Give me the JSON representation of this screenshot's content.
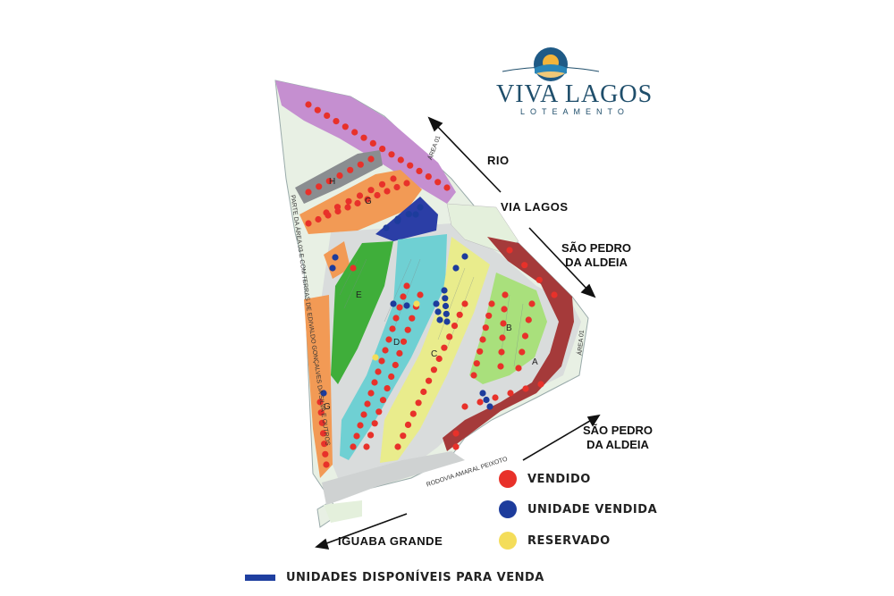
{
  "logo": {
    "title": "VIVA LAGOS",
    "subtitle": "LOTEAMENTO"
  },
  "directions": {
    "rio": "RIO",
    "via_lagos": "VIA LAGOS",
    "sao_pedro_top_1": "SÃO PEDRO",
    "sao_pedro_top_2": "DA ALDEIA",
    "sao_pedro_bottom_1": "SÃO PEDRO",
    "sao_pedro_bottom_2": "DA ALDEIA",
    "iguaba": "IGUABA GRANDE"
  },
  "map_labels": {
    "area01_top": "ÁREA 01",
    "area01_right": "ÁREA 01",
    "left_boundary": "PARTE DA ÁREA 03 E COM TERRAS DE EDIVALDO GONÇALVES DA SILVA E OUTROS",
    "road": "RODOVIA AMARAL PEIXOTO"
  },
  "blocks": {
    "a": "A",
    "b": "B",
    "c": "C",
    "d": "D",
    "e": "E",
    "g_top": "G",
    "g_left": "G",
    "h": "H"
  },
  "legend": [
    {
      "label": "VENDIDO",
      "color": "#e8312a"
    },
    {
      "label": "UNIDADE VENDIDA",
      "color": "#1d3c9c"
    },
    {
      "label": "RESERVADO",
      "color": "#f4dd5a"
    }
  ],
  "footer": {
    "label": "UNIDADES DISPONÍVEIS PARA VENDA",
    "color": "#1f3fa0"
  },
  "colors": {
    "purple": "#c58fd0",
    "gray": "#8a8d90",
    "orange": "#f29a55",
    "blue": "#2b3ea6",
    "green": "#3fae3a",
    "cyan": "#6fd0d3",
    "yellow": "#e9ec8c",
    "light_green": "#a9e07c",
    "maroon": "#a53a3a",
    "pale_green": "#e4f0dc",
    "road": "#d9dcdc",
    "sold": "#e8312a"
  }
}
